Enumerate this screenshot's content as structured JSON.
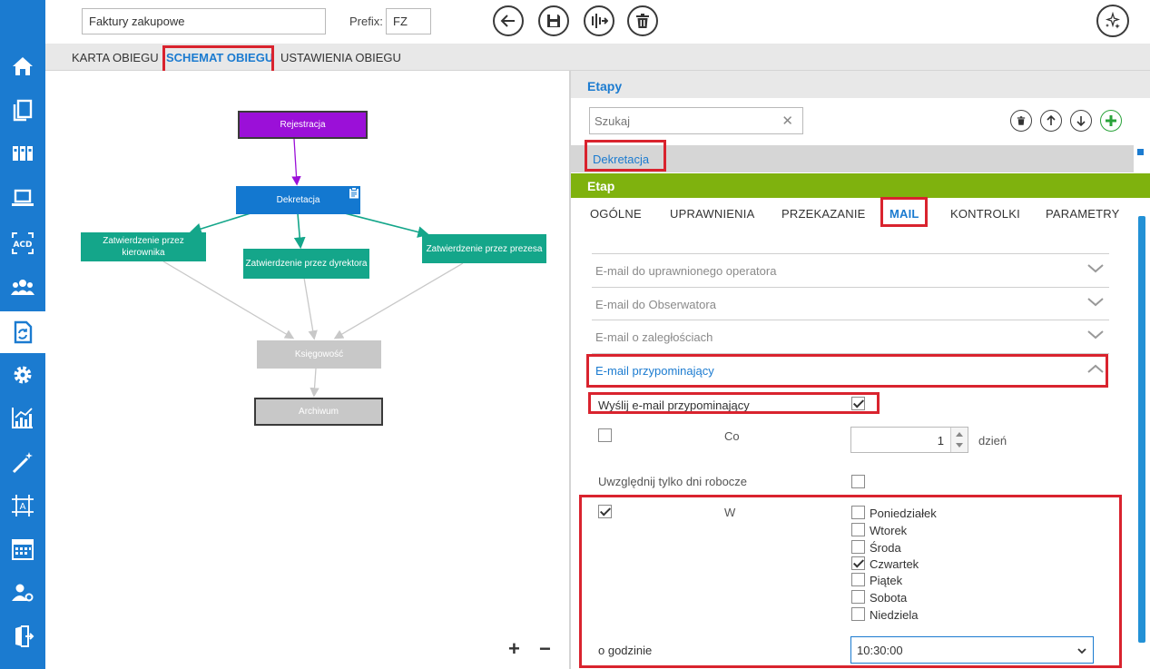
{
  "header": {
    "name_value": "Faktury zakupowe",
    "prefix_label": "Prefix:",
    "prefix_value": "FZ"
  },
  "tabs": [
    {
      "label": "KARTA OBIEGU"
    },
    {
      "label": "SCHEMAT OBIEGU"
    },
    {
      "label": "USTAWIENIA OBIEGU"
    }
  ],
  "diagram": {
    "nodes": {
      "rejestracja": "Rejestracja",
      "dekretacja": "Dekretacja",
      "kierownik": "Zatwierdzenie przez kierownika",
      "dyrektor": "Zatwierdzenie przez dyrektora",
      "prezes": "Zatwierdzenie przez prezesa",
      "ksiegowosc": "Księgowość",
      "archiwum": "Archiwum"
    },
    "zoom_in": "+",
    "zoom_out": "−"
  },
  "etapy": {
    "title": "Etapy",
    "search_placeholder": "Szukaj",
    "selected_item": "Dekretacja"
  },
  "etap": {
    "title": "Etap",
    "subtabs": [
      "OGÓLNE",
      "UPRAWNIENIA",
      "PRZEKAZANIE",
      "MAIL",
      "KONTROLKI",
      "PARAMETRY"
    ]
  },
  "mail": {
    "accordion": [
      "E-mail do uprawnionego operatora",
      "E-mail do Obserwatora",
      "E-mail o zaległościach",
      "E-mail przypominający"
    ],
    "send_reminder_label": "Wyślij e-mail przypominający",
    "co_label": "Co",
    "interval_value": "1",
    "interval_unit": "dzień",
    "workdays_label": "Uwzględnij tylko dni robocze",
    "w_label": "W",
    "days": [
      "Poniedziałek",
      "Wtorek",
      "Środa",
      "Czwartek",
      "Piątek",
      "Sobota",
      "Niedziela"
    ],
    "days_checked": [
      false,
      false,
      false,
      true,
      false,
      false,
      false
    ],
    "hour_label": "o godzinie",
    "hour_value": "10:30:00"
  },
  "colors": {
    "accent": "#1b7bd0",
    "highlight": "#d9232e",
    "etap_header": "#7fb20e",
    "node_start": "#9b10d8",
    "node_active": "#1378d0",
    "node_approve": "#14a68a",
    "node_inactive": "#c8c8c8"
  }
}
